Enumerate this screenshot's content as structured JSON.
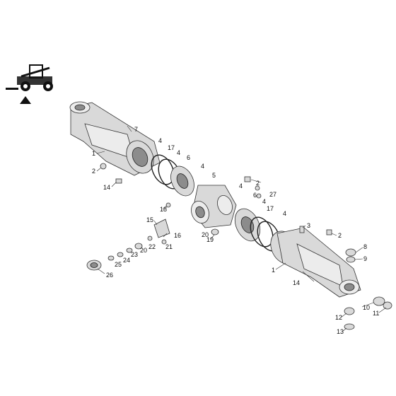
{
  "diagram": {
    "type": "exploded-parts-diagram",
    "icon": "telehandler-machine-icon",
    "marker_icon": "triangle-up-icon",
    "callouts": [
      {
        "id": "c1a",
        "label": "1"
      },
      {
        "id": "c1b",
        "label": "1"
      },
      {
        "id": "c2a",
        "label": "2"
      },
      {
        "id": "c2b",
        "label": "2"
      },
      {
        "id": "c2c",
        "label": "2"
      },
      {
        "id": "c3",
        "label": "3"
      },
      {
        "id": "c4a",
        "label": "4"
      },
      {
        "id": "c4b",
        "label": "4"
      },
      {
        "id": "c4c",
        "label": "4"
      },
      {
        "id": "c4d",
        "label": "4"
      },
      {
        "id": "c4e",
        "label": "4"
      },
      {
        "id": "c4f",
        "label": "4"
      },
      {
        "id": "c5",
        "label": "5"
      },
      {
        "id": "c6a",
        "label": "6"
      },
      {
        "id": "c6b",
        "label": "6"
      },
      {
        "id": "c7",
        "label": "7"
      },
      {
        "id": "c8",
        "label": "8"
      },
      {
        "id": "c9",
        "label": "9"
      },
      {
        "id": "c10",
        "label": "10"
      },
      {
        "id": "c11",
        "label": "11"
      },
      {
        "id": "c12",
        "label": "12"
      },
      {
        "id": "c13",
        "label": "13"
      },
      {
        "id": "c14a",
        "label": "14"
      },
      {
        "id": "c14b",
        "label": "14"
      },
      {
        "id": "c15",
        "label": "15"
      },
      {
        "id": "c16",
        "label": "16"
      },
      {
        "id": "c17a",
        "label": "17"
      },
      {
        "id": "c17b",
        "label": "17"
      },
      {
        "id": "c18",
        "label": "18"
      },
      {
        "id": "c19",
        "label": "19"
      },
      {
        "id": "c20a",
        "label": "20"
      },
      {
        "id": "c20b",
        "label": "20"
      },
      {
        "id": "c21",
        "label": "21"
      },
      {
        "id": "c22",
        "label": "22"
      },
      {
        "id": "c23",
        "label": "23"
      },
      {
        "id": "c24",
        "label": "24"
      },
      {
        "id": "c25",
        "label": "25"
      },
      {
        "id": "c26",
        "label": "26"
      },
      {
        "id": "c27",
        "label": "27"
      }
    ]
  }
}
